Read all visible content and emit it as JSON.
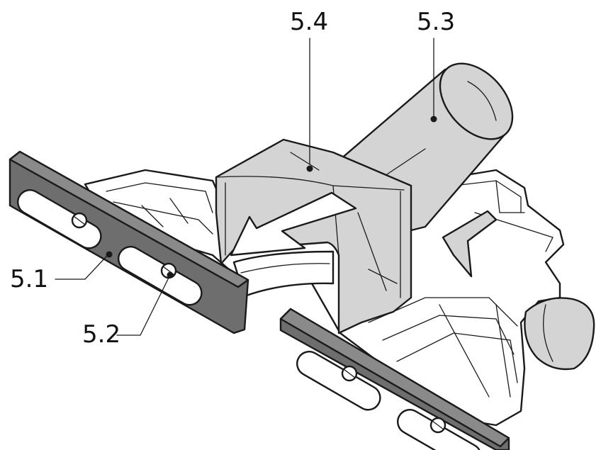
{
  "callouts": {
    "guide": "5.4",
    "tube": "5.3",
    "side_plate": "5.1",
    "screw": "5.2"
  },
  "colors": {
    "outline": "#1a1a1a",
    "plate_fill": "#6e6e6e",
    "transparent_part": "#d4d4d4",
    "body_fill": "#ffffff",
    "arrow_fill": "#ffffff"
  }
}
